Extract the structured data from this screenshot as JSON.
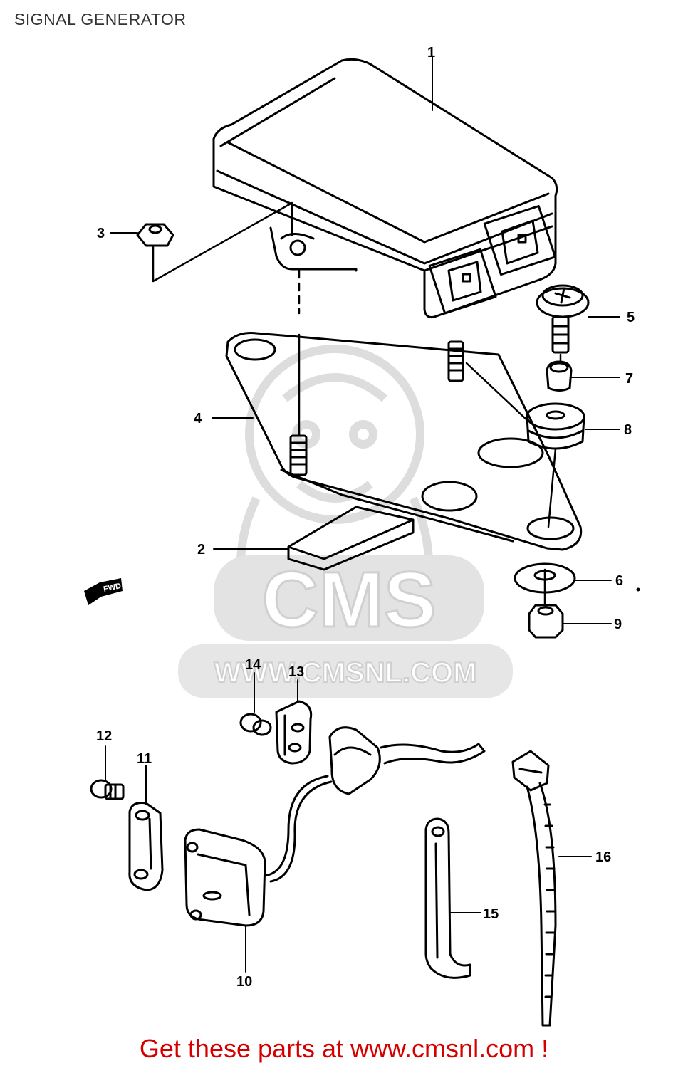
{
  "header": {
    "title": "SIGNAL GENERATOR"
  },
  "callouts": {
    "c1": "1",
    "c2": "2",
    "c3": "3",
    "c4": "4",
    "c5": "5",
    "c6": "6",
    "c7": "7",
    "c8": "8",
    "c9": "9",
    "c10": "10",
    "c11": "11",
    "c12": "12",
    "c13": "13",
    "c14": "14",
    "c15": "15",
    "c16": "16"
  },
  "direction_marker": {
    "label": "FWD",
    "icon": "forward-arrow-icon"
  },
  "watermark": {
    "brand": "CMS",
    "url": "WWW.CMSNL.COM",
    "icon": "mechanic-mascot-icon"
  },
  "footer": {
    "cta": "Get these parts at www.cmsnl.com !"
  },
  "colors": {
    "line": "#000000",
    "watermark": "#d9d9d9",
    "cta": "#d40000"
  }
}
